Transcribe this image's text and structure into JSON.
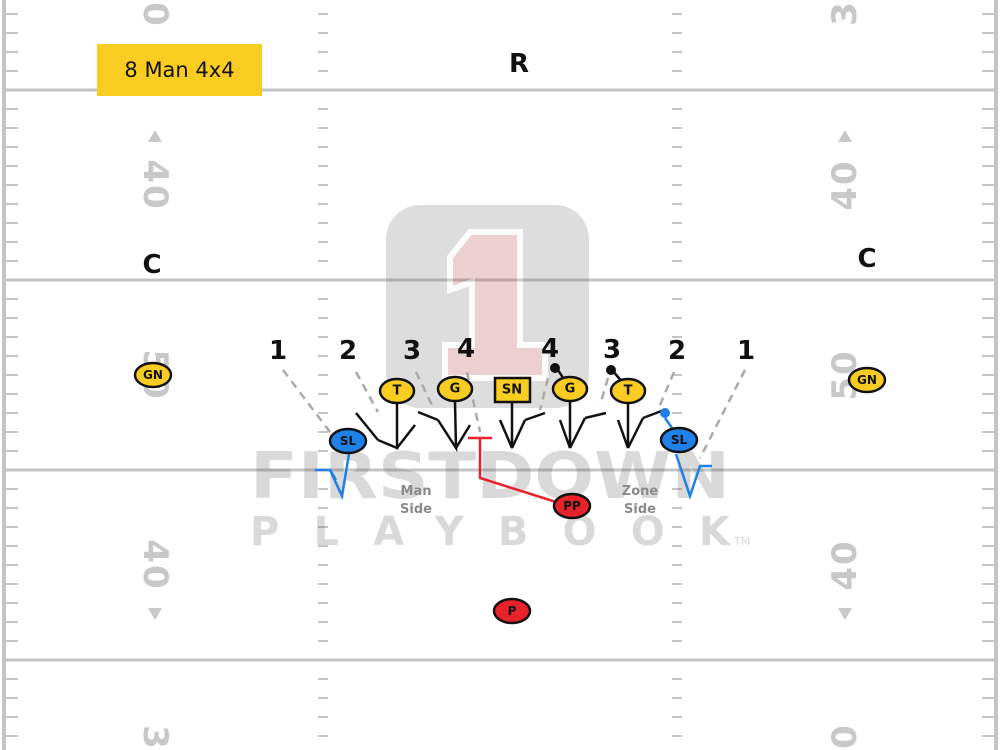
{
  "title": "8 Man 4x4",
  "labels": {
    "rover": "R",
    "corner_left": "C",
    "corner_right": "C"
  },
  "yard_numbers": {
    "top_left": "0",
    "top_right": "3",
    "upper_left": "40",
    "upper_right": "40",
    "mid_left": "50",
    "mid_right": "50",
    "lower_left": "40",
    "lower_right": "40",
    "bottom_left": "3",
    "bottom_right": "0"
  },
  "players": {
    "gunner_left": "GN",
    "gunner_right": "GN",
    "slot_left": "SL",
    "slot_right": "SL",
    "tackle_left": "T",
    "tackle_right": "T",
    "guard_left": "G",
    "guard_right": "G",
    "snapper": "SN",
    "personal_protector": "PP",
    "punter": "P"
  },
  "rush_numbers": {
    "left": [
      "1",
      "2",
      "3",
      "4"
    ],
    "right": [
      "4",
      "3",
      "2",
      "1"
    ]
  },
  "side_labels": {
    "man_line1": "Man",
    "man_line2": "Side",
    "zone_line1": "Zone",
    "zone_line2": "Side"
  },
  "watermark": {
    "line1": "FIRSTDOWN",
    "line2": "PLAYBOOK",
    "mark": "TM"
  },
  "colors": {
    "offense": "#f9cc22",
    "slot": "#1f80e8",
    "protection": "#e8222b",
    "field_lines": "#bdbdbd",
    "route_black": "#111111"
  }
}
